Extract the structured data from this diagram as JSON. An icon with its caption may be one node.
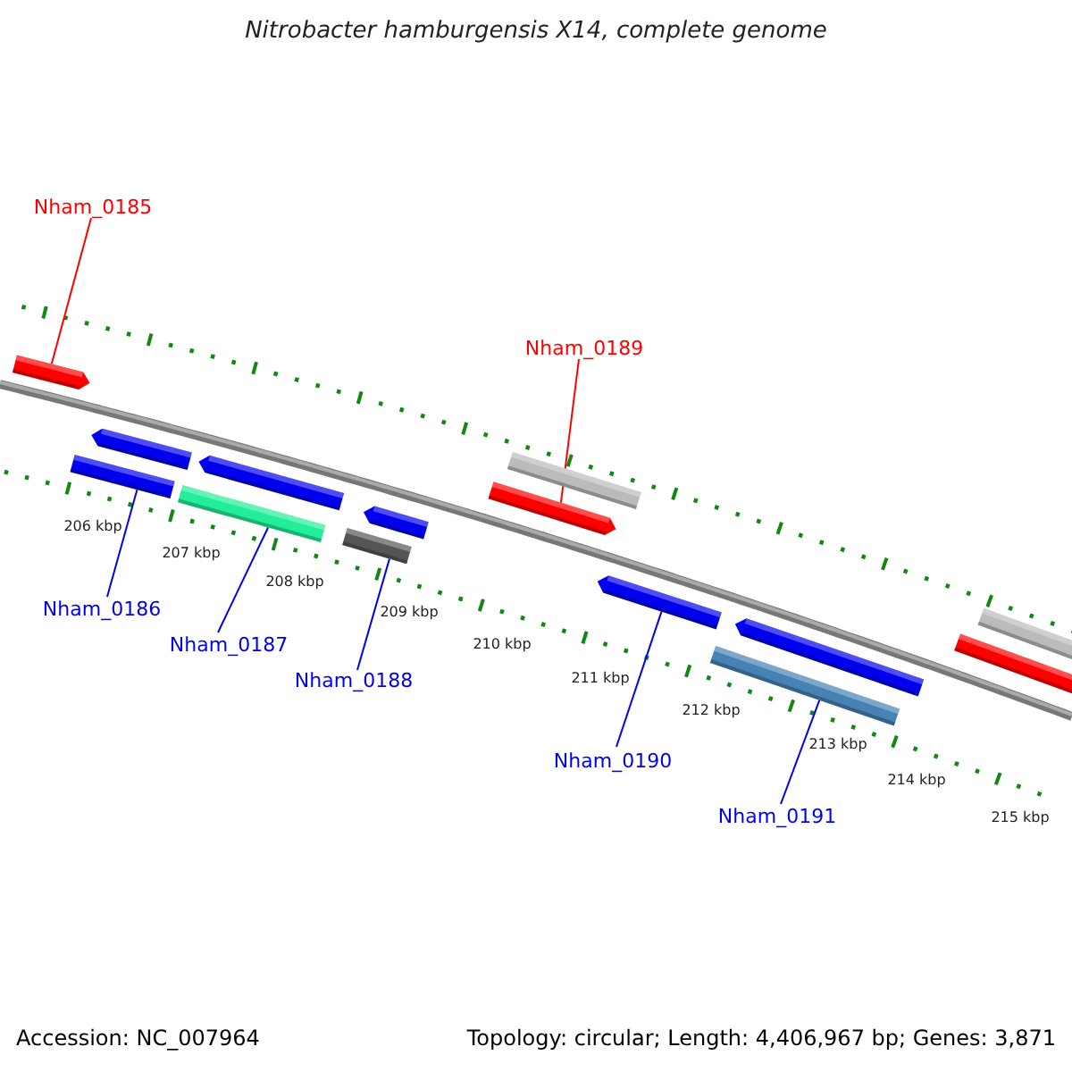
{
  "diagram": {
    "title": "Nitrobacter hamburgensis X14, complete genome",
    "nodes": [
      {
        "text": [
          "Nham_0185"
        ]
      },
      {
        "text": [
          "Nham_0186"
        ]
      },
      {
        "text": [
          "Nham_0187"
        ]
      },
      {
        "text": [
          "Nham_0188"
        ]
      },
      {
        "text": [
          "Nham_0189"
        ]
      },
      {
        "text": [
          "Nham_0190"
        ]
      },
      {
        "text": [
          "Nham_0191"
        ]
      },
      {
        "text": [],
        "shape": "arrow"
      },
      {
        "text": [],
        "shape": "bar"
      },
      {
        "text": [],
        "shape": "arrow"
      },
      {
        "text": [],
        "shape": "bar"
      },
      {
        "text": [],
        "shape": "arrow"
      },
      {
        "text": [],
        "shape": "bar"
      },
      {
        "text": [],
        "shape": "arrow"
      },
      {
        "text": [],
        "shape": "arrow"
      },
      {
        "text": [],
        "shape": "bar"
      },
      {
        "text": [],
        "shape": "arrow"
      },
      {
        "text": [],
        "shape": "bar"
      },
      {
        "text": [],
        "shape": "arrow"
      },
      {
        "text": [],
        "shape": "arrow"
      },
      {
        "text": [],
        "shape": "bar"
      }
    ],
    "edges": [
      {
        "from": 0,
        "to": 7,
        "arrow": "none",
        "color": "#ff0000"
      },
      {
        "from": 1,
        "to": 8,
        "arrow": "none"
      },
      {
        "from": 2,
        "to": 10,
        "arrow": "none"
      },
      {
        "from": 3,
        "to": 12,
        "arrow": "none"
      },
      {
        "from": 4,
        "to": 14,
        "arrow": "none",
        "color": "#ff0000"
      },
      {
        "from": 5,
        "to": 16,
        "arrow": "none"
      },
      {
        "from": 6,
        "to": 17,
        "arrow": "none"
      }
    ],
    "labels": [
      "206 kbp",
      "207 kbp",
      "208 kbp",
      "209 kbp",
      "210 kbp",
      "211 kbp",
      "212 kbp",
      "213 kbp",
      "214 kbp",
      "215 kbp",
      "Accession: NC_007964",
      "Topology: circular; Length: 4,406,967 bp; Genes: 3,871"
    ]
  }
}
